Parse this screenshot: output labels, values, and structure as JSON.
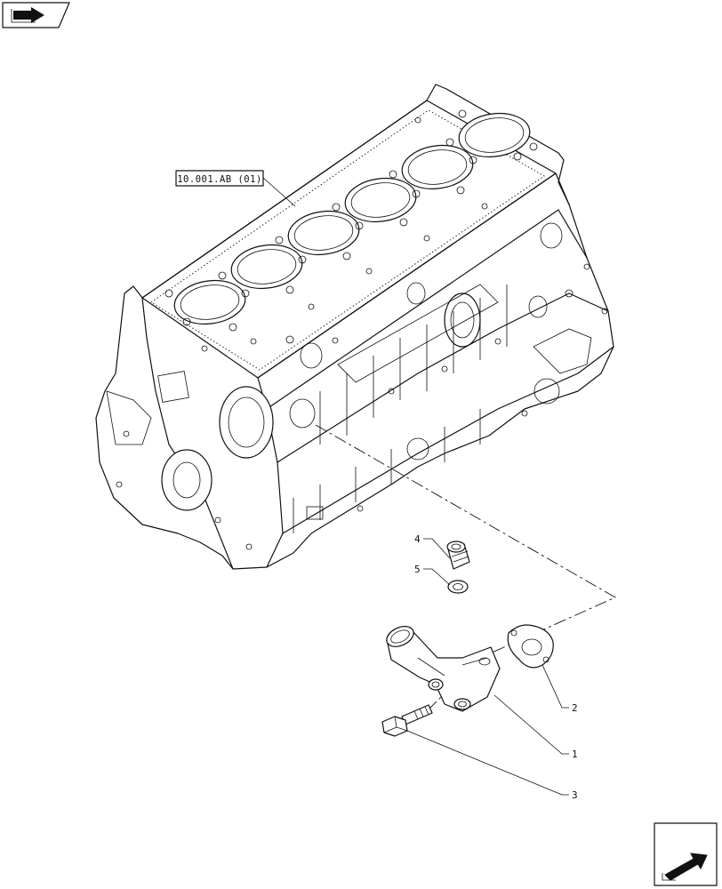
{
  "reference": {
    "label": "10.001.AB (01)"
  },
  "callouts": [
    {
      "id": "1",
      "text": "1"
    },
    {
      "id": "2",
      "text": "2"
    },
    {
      "id": "3",
      "text": "3"
    },
    {
      "id": "4",
      "text": "4"
    },
    {
      "id": "5",
      "text": "5"
    }
  ],
  "icons": {
    "top_left": "book-arrow-icon",
    "bottom_right": "next-page-arrow-icon"
  }
}
